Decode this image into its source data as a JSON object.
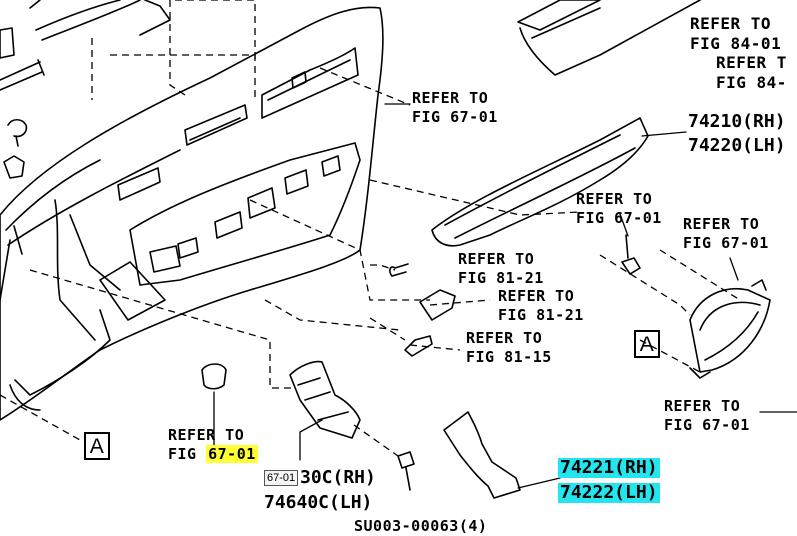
{
  "labels": {
    "top_refer_1": "REFER TO",
    "top_fig_1": "FIG 84-01",
    "top_refer_2": "REFER T",
    "top_fig_2": "FIG 84-",
    "mid_refer": "REFER TO",
    "mid_fig": "FIG 67-01",
    "part_74210": "74210(RH)",
    "part_74220": "74220(LH)",
    "right_refer_1": "REFER TO",
    "right_fig_1": "FIG 67-01",
    "right_refer_2": "REFER TO",
    "right_fig_2": "FIG 67-01",
    "sw_refer_1": "REFER TO",
    "sw_fig_1": "FIG 81-21",
    "sw_refer_2": "REFER TO",
    "sw_fig_2": "FIG 81-21",
    "sw_refer_3": "REFER TO",
    "sw_fig_3": "FIG 81-15",
    "callout_a_right": "A",
    "callout_a_left": "A",
    "bottom_refer_left": "REFER TO",
    "bottom_fig_left_prefix": "FIG",
    "bottom_fig_left_number": "67-01",
    "bottom_refer_right": "REFER TO",
    "bottom_fig_right": "FIG 67-01",
    "part_74630_suffix": "30C(RH)",
    "part_74640": "74640C(LH)",
    "tooltip": "67-01",
    "part_74221": "74221(RH)",
    "part_74222": "74222(LH)",
    "part_su003": "SU003-00063(4)"
  },
  "colors": {
    "highlight_yellow": "#ffff33",
    "highlight_cyan": "#22e5ee"
  }
}
